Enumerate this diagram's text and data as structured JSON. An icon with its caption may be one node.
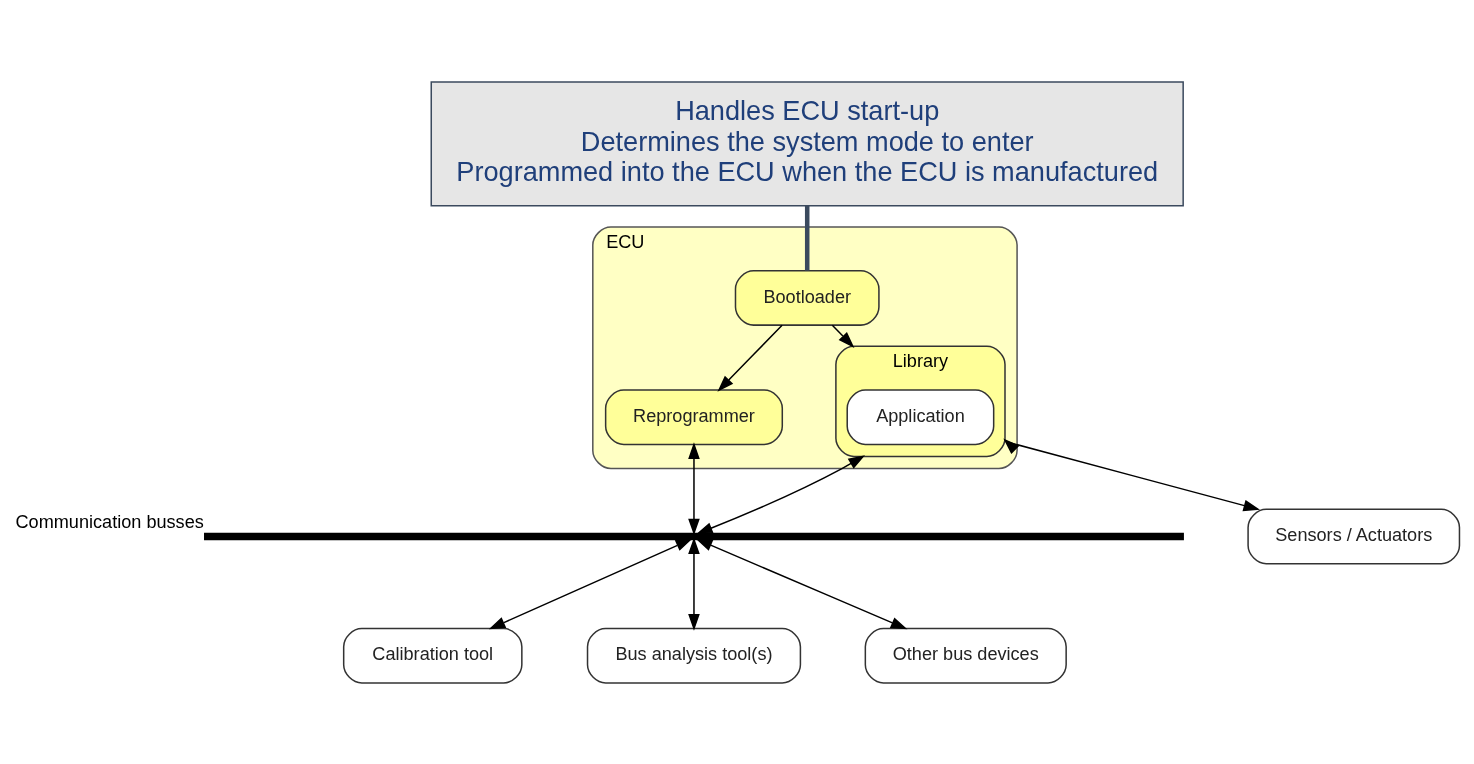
{
  "diagram": {
    "nodes": [
      {
        "text": [
          "ECU"
        ]
      },
      {
        "text": [
          "Bootloader"
        ],
        "in": 0
      },
      {
        "text": [
          "Reprogrammer"
        ],
        "in": 0
      },
      {
        "text": [
          "Library"
        ],
        "in": 0
      },
      {
        "text": [
          "Application"
        ],
        "in": 3
      },
      {
        "text": [
          "Sensors / Actuators"
        ]
      },
      {
        "text": [],
        "shape": "bar",
        "beside": [
          "Communication busses"
        ]
      },
      {
        "text": [
          "Calibration tool"
        ]
      },
      {
        "text": [
          "Bus analysis tool(s)"
        ]
      },
      {
        "text": [
          "Other bus devices"
        ]
      },
      {
        "text": [
          "Handles ECU start-up",
          "Determines the system mode to enter",
          "Programmed into the ECU when the ECU is manufactured"
        ]
      }
    ],
    "edges": [
      {
        "from": 1,
        "to": 2,
        "arrow": "to"
      },
      {
        "from": 1,
        "to": 3,
        "arrow": "to"
      },
      {
        "from": 3,
        "to": 5,
        "arrow": "both"
      },
      {
        "from": 2,
        "to": 6,
        "arrow": "both"
      },
      {
        "from": 3,
        "to": 6,
        "arrow": "both"
      },
      {
        "from": 6,
        "to": 7,
        "arrow": "both"
      },
      {
        "from": 6,
        "to": 8,
        "arrow": "both"
      },
      {
        "from": 6,
        "to": 9,
        "arrow": "both"
      },
      {
        "from": 10,
        "to": 1,
        "arrow": "none",
        "style": "thick",
        "color": "#3b4a5e"
      }
    ]
  }
}
